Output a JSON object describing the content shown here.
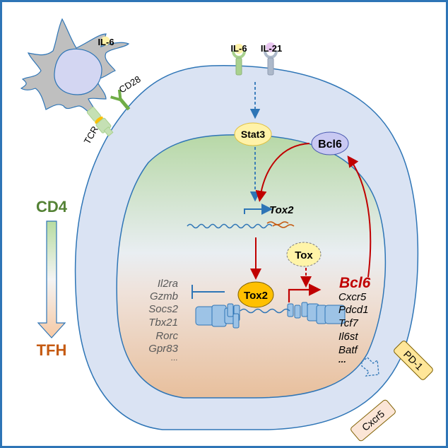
{
  "diagram": {
    "title_hint": "Tox2-Bcl6 regulation of TFH differentiation",
    "colors": {
      "frame": "#2e75b6",
      "cell": "#dae3f3",
      "membrane": "#2e75b6",
      "nucleus_top": "#b6d7a8",
      "nucleus_bottom": "#e8c0a0",
      "dc_body": "#bfbfbf",
      "dc_nucleus": "#d0d4ef",
      "activation": "#c00000",
      "signal": "#2e75b6",
      "cd4_label": "#548235",
      "tfh_label": "#c55a11"
    },
    "apc": {
      "cytokine": "IL-6",
      "receptors": [
        "TCR",
        "CD28"
      ]
    },
    "membrane_receptors": [
      {
        "label": "IL-6",
        "color": "#fff2a8",
        "stem": "#a9d18e"
      },
      {
        "label": "IL-21",
        "color": "#e8c6f0",
        "stem": "#adb9ca"
      }
    ],
    "cytoplasm": {
      "stat3": "Stat3",
      "bcl6_protein": "Bcl6"
    },
    "nucleus": {
      "tox2_gene": "Tox2",
      "tox2_protein": "Tox2",
      "tox_protein": "Tox",
      "repressed_genes": [
        "Il2ra",
        "Gzmb",
        "Socs2",
        "Tbx21",
        "Rorc",
        "Gpr83",
        "..."
      ],
      "activated_head": "Bcl6",
      "activated_genes": [
        "Cxcr5",
        "Pdcd1",
        "Tcf7",
        "Il6st",
        "Batf",
        "..."
      ]
    },
    "surface_markers": [
      "PD-1",
      "Cxcr5"
    ],
    "differentiation": {
      "start": "CD4",
      "end": "TFH"
    }
  }
}
